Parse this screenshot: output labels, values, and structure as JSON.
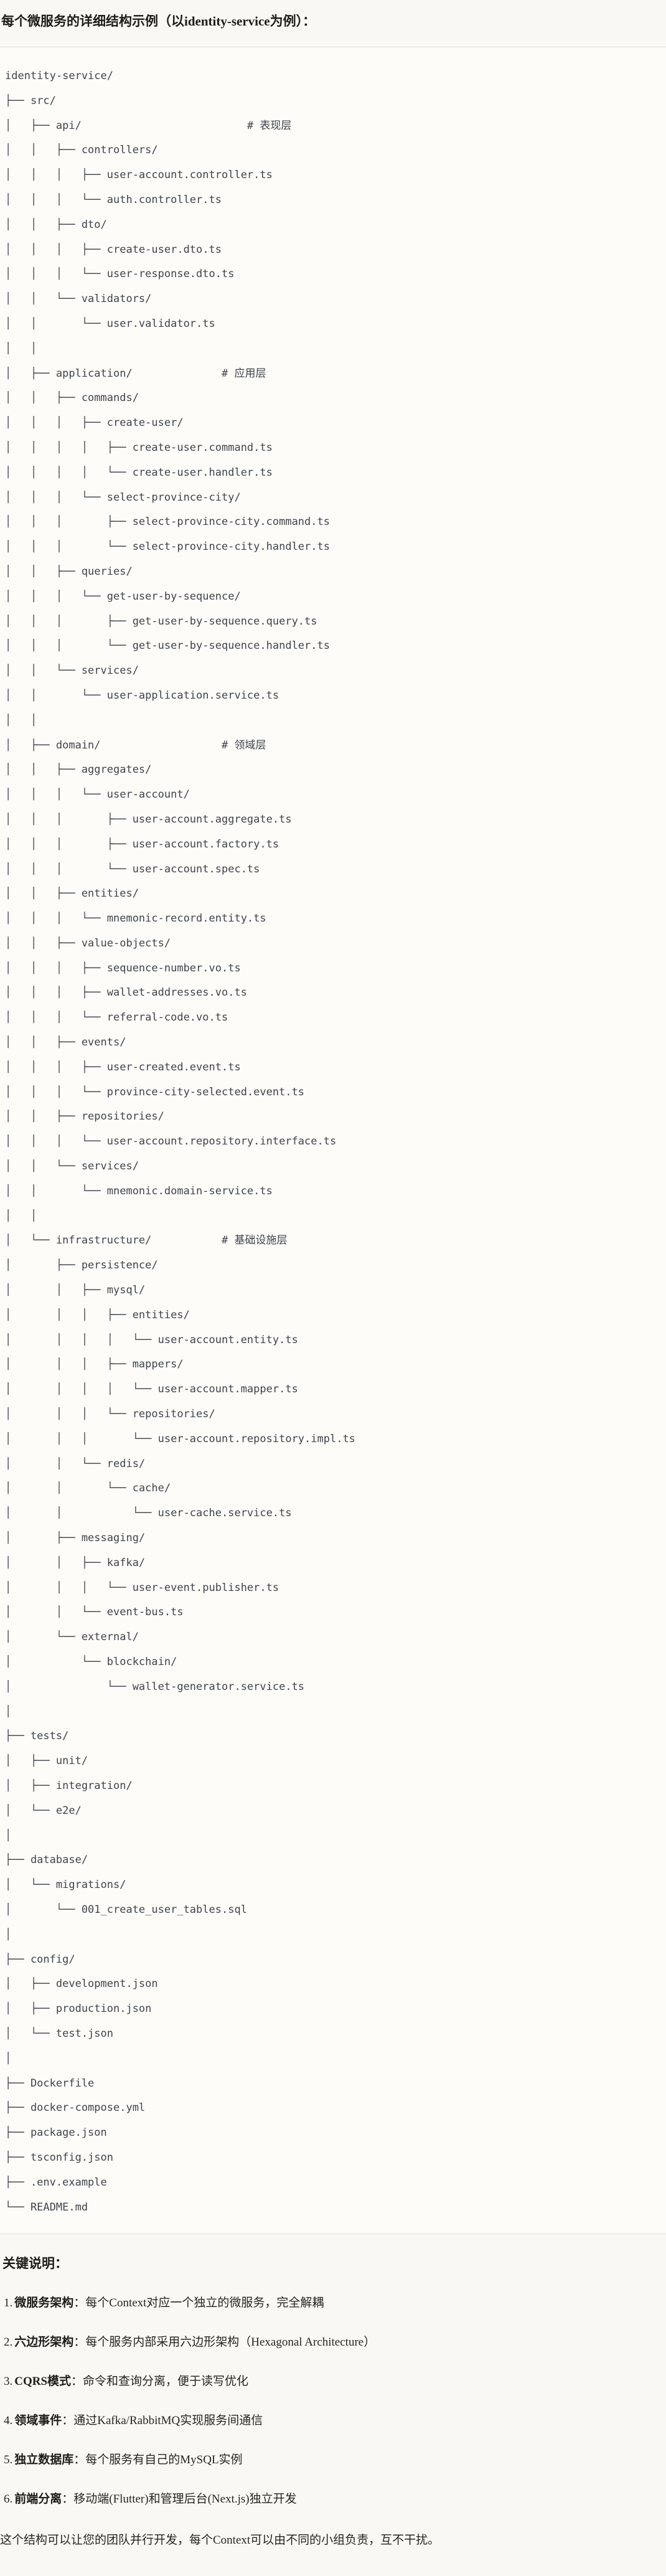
{
  "title": "每个微服务的详细结构示例（以identity-service为例）：",
  "tree_lines": [
    "identity-service/",
    "├── src/",
    "│   ├── api/                          # 表现层",
    "│   │   ├── controllers/",
    "│   │   │   ├── user-account.controller.ts",
    "│   │   │   └── auth.controller.ts",
    "│   │   ├── dto/",
    "│   │   │   ├── create-user.dto.ts",
    "│   │   │   └── user-response.dto.ts",
    "│   │   └── validators/",
    "│   │       └── user.validator.ts",
    "│   │",
    "│   ├── application/              # 应用层",
    "│   │   ├── commands/",
    "│   │   │   ├── create-user/",
    "│   │   │   │   ├── create-user.command.ts",
    "│   │   │   │   └── create-user.handler.ts",
    "│   │   │   └── select-province-city/",
    "│   │   │       ├── select-province-city.command.ts",
    "│   │   │       └── select-province-city.handler.ts",
    "│   │   ├── queries/",
    "│   │   │   └── get-user-by-sequence/",
    "│   │   │       ├── get-user-by-sequence.query.ts",
    "│   │   │       └── get-user-by-sequence.handler.ts",
    "│   │   └── services/",
    "│   │       └── user-application.service.ts",
    "│   │",
    "│   ├── domain/                   # 领域层",
    "│   │   ├── aggregates/",
    "│   │   │   └── user-account/",
    "│   │   │       ├── user-account.aggregate.ts",
    "│   │   │       ├── user-account.factory.ts",
    "│   │   │       └── user-account.spec.ts",
    "│   │   ├── entities/",
    "│   │   │   └── mnemonic-record.entity.ts",
    "│   │   ├── value-objects/",
    "│   │   │   ├── sequence-number.vo.ts",
    "│   │   │   ├── wallet-addresses.vo.ts",
    "│   │   │   └── referral-code.vo.ts",
    "│   │   ├── events/",
    "│   │   │   ├── user-created.event.ts",
    "│   │   │   └── province-city-selected.event.ts",
    "│   │   ├── repositories/",
    "│   │   │   └── user-account.repository.interface.ts",
    "│   │   └── services/",
    "│   │       └── mnemonic.domain-service.ts",
    "│   │",
    "│   └── infrastructure/           # 基础设施层",
    "│       ├── persistence/",
    "│       │   ├── mysql/",
    "│       │   │   ├── entities/",
    "│       │   │   │   └── user-account.entity.ts",
    "│       │   │   ├── mappers/",
    "│       │   │   │   └── user-account.mapper.ts",
    "│       │   │   └── repositories/",
    "│       │   │       └── user-account.repository.impl.ts",
    "│       │   └── redis/",
    "│       │       └── cache/",
    "│       │           └── user-cache.service.ts",
    "│       ├── messaging/",
    "│       │   ├── kafka/",
    "│       │   │   └── user-event.publisher.ts",
    "│       │   └── event-bus.ts",
    "│       └── external/",
    "│           └── blockchain/",
    "│               └── wallet-generator.service.ts",
    "│",
    "├── tests/",
    "│   ├── unit/",
    "│   ├── integration/",
    "│   └── e2e/",
    "│",
    "├── database/",
    "│   └── migrations/",
    "│       └── 001_create_user_tables.sql",
    "│",
    "├── config/",
    "│   ├── development.json",
    "│   ├── production.json",
    "│   └── test.json",
    "│",
    "├── Dockerfile",
    "├── docker-compose.yml",
    "├── package.json",
    "├── tsconfig.json",
    "├── .env.example",
    "└── README.md"
  ],
  "notes": {
    "heading": "关键说明：",
    "items": [
      {
        "num": "1.",
        "term": "微服务架构",
        "desc": "：每个Context对应一个独立的微服务，完全解耦"
      },
      {
        "num": "2.",
        "term": "六边形架构",
        "desc": "：每个服务内部采用六边形架构（Hexagonal Architecture）"
      },
      {
        "num": "3.",
        "term": "CQRS模式",
        "desc": "：命令和查询分离，便于读写优化"
      },
      {
        "num": "4.",
        "term": "领域事件",
        "desc": "：通过Kafka/RabbitMQ实现服务间通信"
      },
      {
        "num": "5.",
        "term": "独立数据库",
        "desc": "：每个服务有自己的MySQL实例"
      },
      {
        "num": "6.",
        "term": "前端分离",
        "desc": "：移动端(Flutter)和管理后台(Next.js)独立开发"
      }
    ],
    "footer": "这个结构可以让您的团队并行开发，每个Context可以由不同的小组负责，互不干扰。"
  },
  "colors": {
    "page_bg": "#f9f8f4",
    "code_bg": "#fdfcf9",
    "border": "#e3e2dc",
    "code_text": "#3f4349",
    "heading_text": "#1d1c1a",
    "body_text": "#26251f"
  }
}
